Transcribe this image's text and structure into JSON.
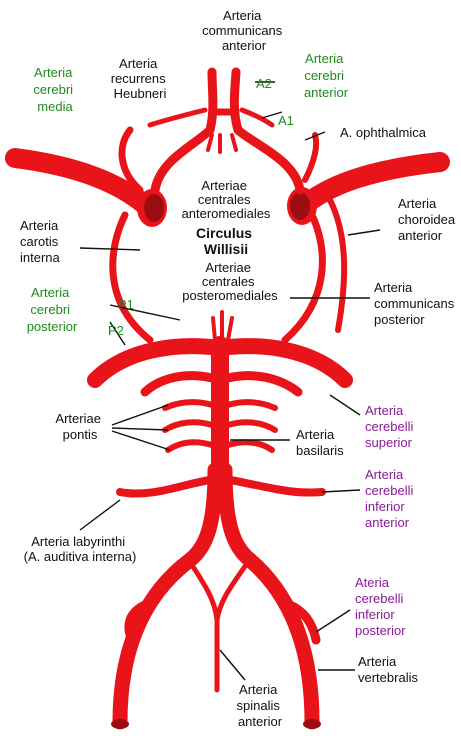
{
  "colors": {
    "artery": "#e8141a",
    "artery_dark": "#9b0d10",
    "label_green": "#1f8a1f",
    "label_purple": "#8a1a9a",
    "label_black": "#111111"
  },
  "labels": {
    "acomm": [
      "Arteria",
      "communicans",
      "anterior"
    ],
    "recurrens": [
      "Arteria",
      "recurrens",
      "Heubneri"
    ],
    "cerebri_media": [
      "Arteria",
      "cerebri",
      "media"
    ],
    "a2": "A2",
    "cerebri_anterior": [
      "Arteria",
      "cerebri",
      "anterior"
    ],
    "a1": "A1",
    "ophthalmica": "A. ophthalmica",
    "centrales_antero": [
      "Arteriae",
      "centrales",
      "anteromediales"
    ],
    "circulus": [
      "Circulus",
      "Willisii"
    ],
    "carotis": [
      "Arteria",
      "carotis",
      "interna"
    ],
    "choroidea": [
      "Arteria",
      "choroidea",
      "anterior"
    ],
    "centrales_postero": [
      "Arteriae",
      "centrales",
      "posteromediales"
    ],
    "cerebri_posterior": [
      "Arteria",
      "cerebri",
      "posterior"
    ],
    "p1": "P1",
    "p2": "P2",
    "pcomm": [
      "Arteria",
      "communicans",
      "posterior"
    ],
    "pontis": [
      "Arteriae",
      "pontis"
    ],
    "sca": [
      "Arteria",
      "cerebelli",
      "superior"
    ],
    "basilaris": [
      "Arteria",
      "basilaris"
    ],
    "aica": [
      "Arteria",
      "cerebelli",
      "inferior",
      "anterior"
    ],
    "labyrinthi": [
      "Arteria labyrinthi",
      "(A. auditiva interna)"
    ],
    "pica": [
      "Ateria",
      "cerebelli",
      "inferior",
      "posterior"
    ],
    "vertebralis": [
      "Arteria",
      "vertebralis"
    ],
    "spinalis": [
      "Arteria",
      "spinalis",
      "anterior"
    ]
  }
}
